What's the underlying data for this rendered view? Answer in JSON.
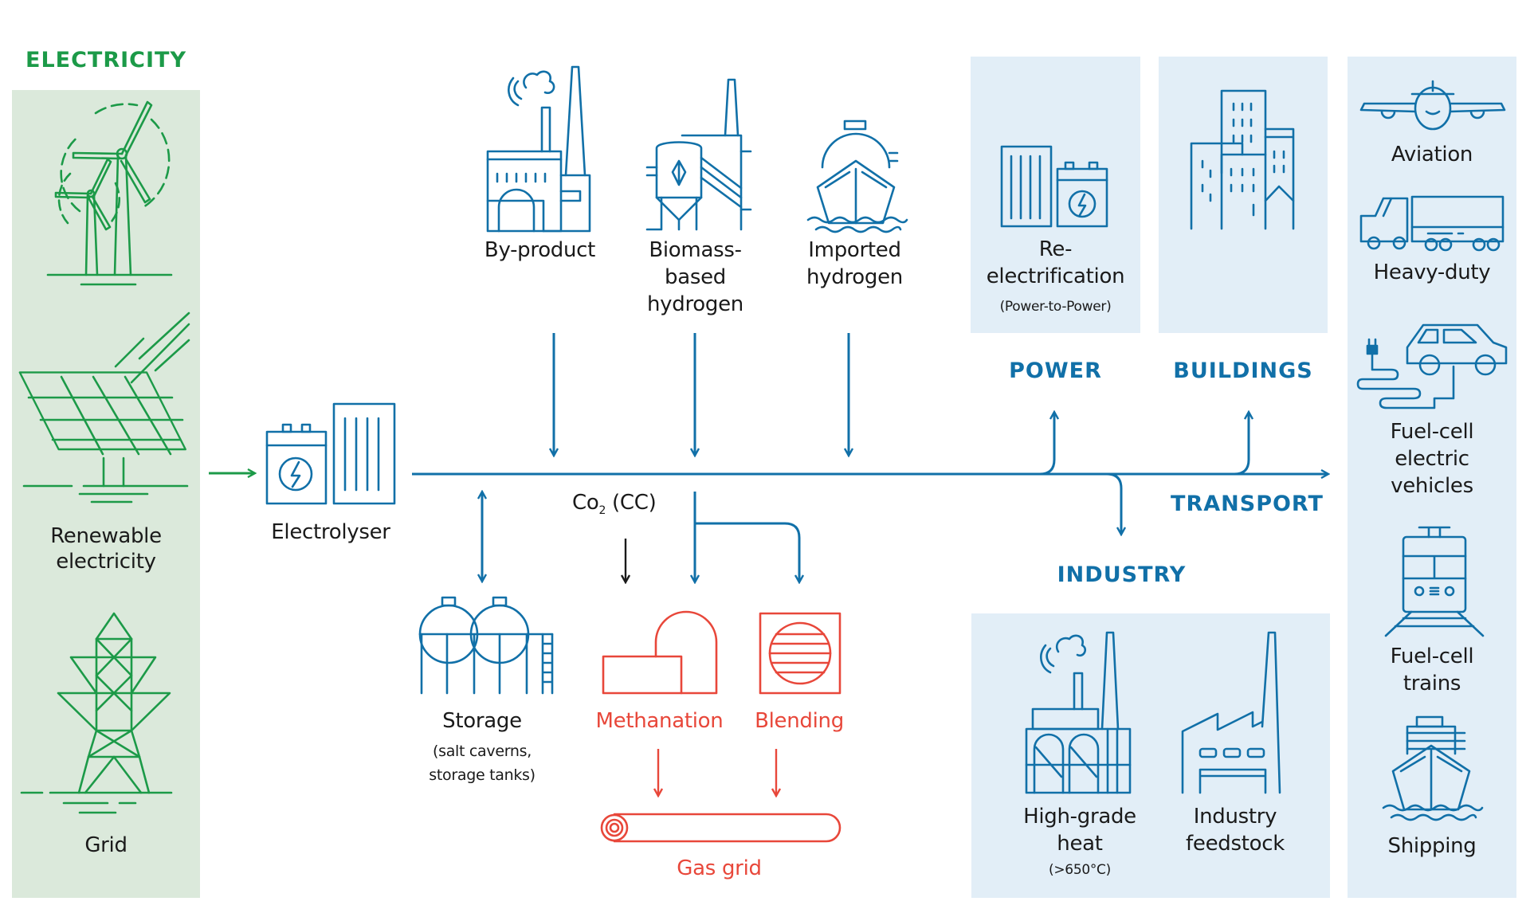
{
  "colors": {
    "electricity_green": "#1c9a48",
    "hydrogen_blue": "#1170a8",
    "gas_red": "#e8473a",
    "panel_green": "#dbe9db",
    "panel_blue": "#e2eef7",
    "text": "#1a1a1a"
  },
  "electricity": {
    "heading": "ELECTRICITY",
    "sources": [
      {
        "icon": "wind-turbine-icon",
        "label": ""
      },
      {
        "icon": "solar-panel-icon",
        "label_line1": "Renewable",
        "label_line2": "electricity"
      },
      {
        "icon": "power-pylon-icon",
        "label": "Grid"
      }
    ]
  },
  "electrolyser": {
    "icon": "electrolyser-icon",
    "label": "Electrolyser"
  },
  "hydrogen_sources": [
    {
      "icon": "factory-byproduct-icon",
      "lines": [
        "By-product"
      ]
    },
    {
      "icon": "biomass-plant-icon",
      "lines": [
        "Biomass-",
        "based",
        "hydrogen"
      ]
    },
    {
      "icon": "lng-ship-icon",
      "lines": [
        "Imported",
        "hydrogen"
      ]
    }
  ],
  "storage": {
    "icon": "storage-tanks-icon",
    "label": "Storage",
    "sub_line1": "(salt caverns,",
    "sub_line2": "storage tanks)"
  },
  "co2": {
    "label_main": "Co",
    "label_sub": "2",
    "label_rest": " (CC)"
  },
  "gas": {
    "methanation": "Methanation",
    "blending": "Blending",
    "gas_grid": "Gas grid"
  },
  "sectors": {
    "power": {
      "heading": "POWER",
      "item": {
        "icon": "battery-reelectrification-icon",
        "line1": "Re-",
        "line2": "electrification",
        "sub": "(Power-to-Power)"
      }
    },
    "buildings": {
      "heading": "BUILDINGS",
      "icon": "city-buildings-icon"
    },
    "industry": {
      "heading": "INDUSTRY",
      "items": [
        {
          "icon": "high-grade-heat-factory-icon",
          "line1": "High-grade",
          "line2": "heat",
          "sub": "(>650°C)"
        },
        {
          "icon": "industry-feedstock-factory-icon",
          "line1": "Industry",
          "line2": "feedstock"
        }
      ]
    },
    "transport": {
      "heading": "TRANSPORT",
      "items": [
        {
          "icon": "airplane-icon",
          "lines": [
            "Aviation"
          ]
        },
        {
          "icon": "truck-icon",
          "lines": [
            "Heavy-duty"
          ]
        },
        {
          "icon": "fuel-cell-car-icon",
          "lines": [
            "Fuel-cell",
            "electric",
            "vehicles"
          ]
        },
        {
          "icon": "train-icon",
          "lines": [
            "Fuel-cell",
            "trains"
          ]
        },
        {
          "icon": "ship-icon",
          "lines": [
            "Shipping"
          ]
        }
      ]
    }
  }
}
